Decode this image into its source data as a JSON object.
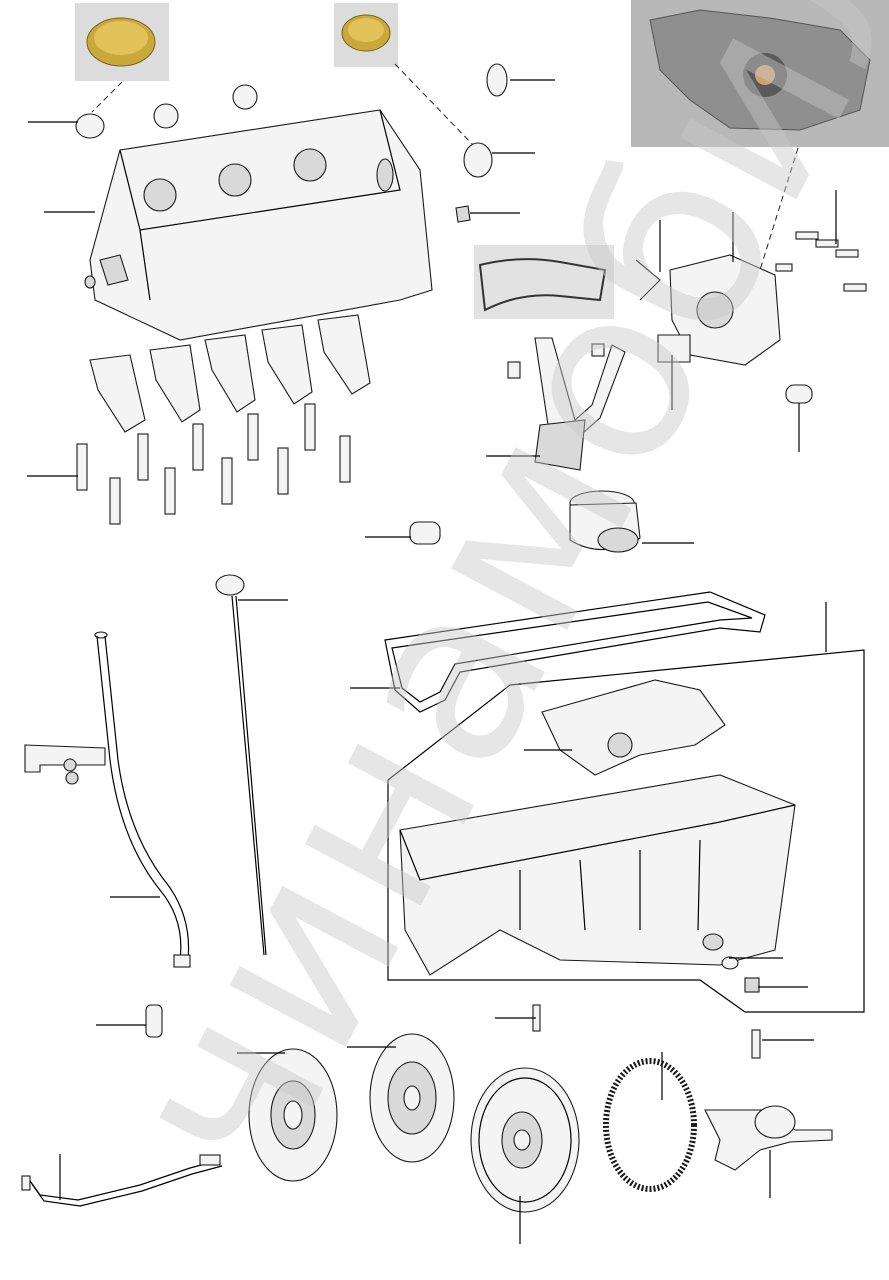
{
  "watermark": {
    "text": "чинамобил.рф"
  },
  "colors": {
    "line": "#000000",
    "part_fill": "#f4f4f4",
    "photo_cap": "#c9a93a",
    "photo_pump": "#8f8f8f"
  },
  "parts": [
    {
      "name": "expansion-plug-photo-left"
    },
    {
      "name": "expansion-plug-photo-center"
    },
    {
      "name": "oil-pump-photo"
    },
    {
      "name": "gasket-photo"
    },
    {
      "name": "cylinder-block"
    },
    {
      "name": "main-bearing-caps"
    },
    {
      "name": "main-bearing-bolts"
    },
    {
      "name": "oil-pump-assembly"
    },
    {
      "name": "oil-strainer-pickup"
    },
    {
      "name": "oil-filter"
    },
    {
      "name": "dipstick"
    },
    {
      "name": "dipstick-guide-tube"
    },
    {
      "name": "oil-pan-gasket"
    },
    {
      "name": "oil-pan"
    },
    {
      "name": "baffle-plate"
    },
    {
      "name": "clutch-disc"
    },
    {
      "name": "clutch-pressure-plate"
    },
    {
      "name": "flywheel"
    },
    {
      "name": "ring-gear"
    },
    {
      "name": "release-fork"
    },
    {
      "name": "clutch-hose"
    }
  ]
}
